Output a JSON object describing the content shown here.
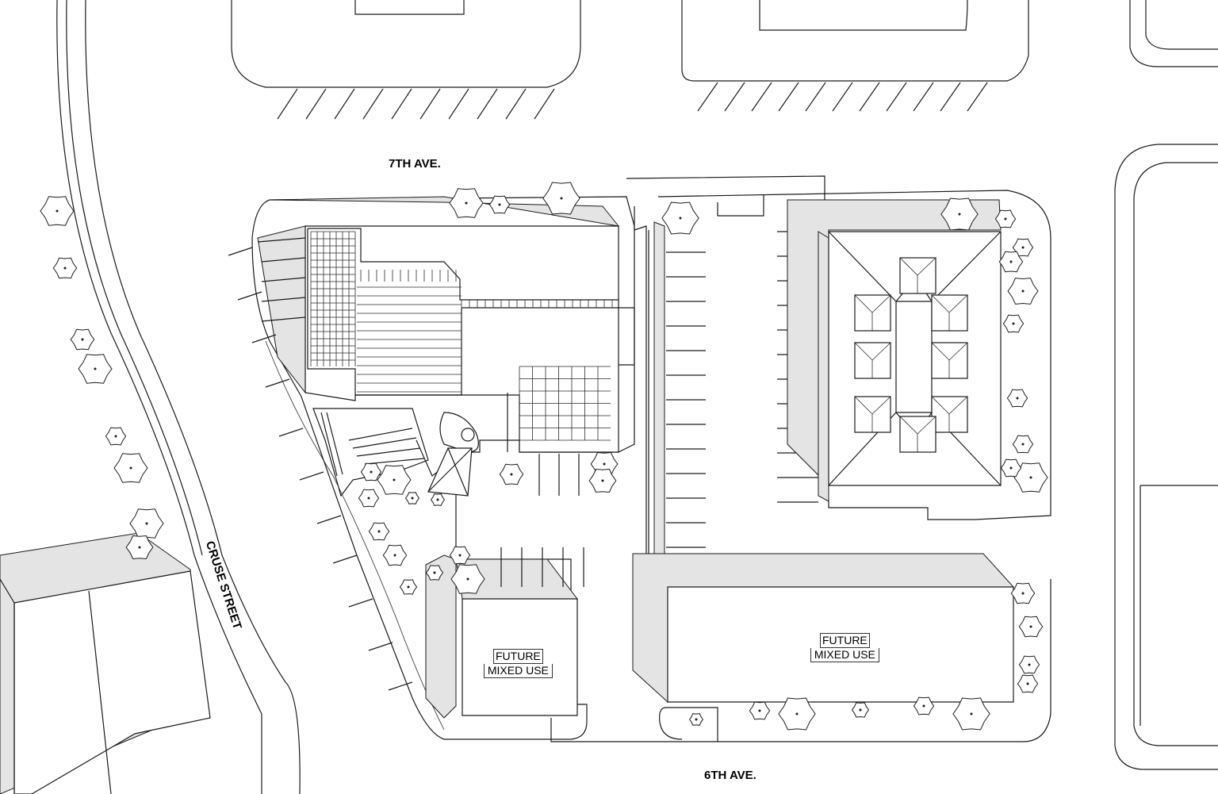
{
  "streets": {
    "north": "7TH AVE.",
    "south": "6TH AVE.",
    "west": "CRUSE STREET"
  },
  "buildings": [
    {
      "line1": "FUTURE",
      "line2": "MIXED USE"
    },
    {
      "line1": "FUTURE",
      "line2": "MIXED USE"
    }
  ],
  "colors": {
    "line": "#1a1a1a",
    "shadow": "#e4e4e4",
    "background": "#ffffff"
  }
}
